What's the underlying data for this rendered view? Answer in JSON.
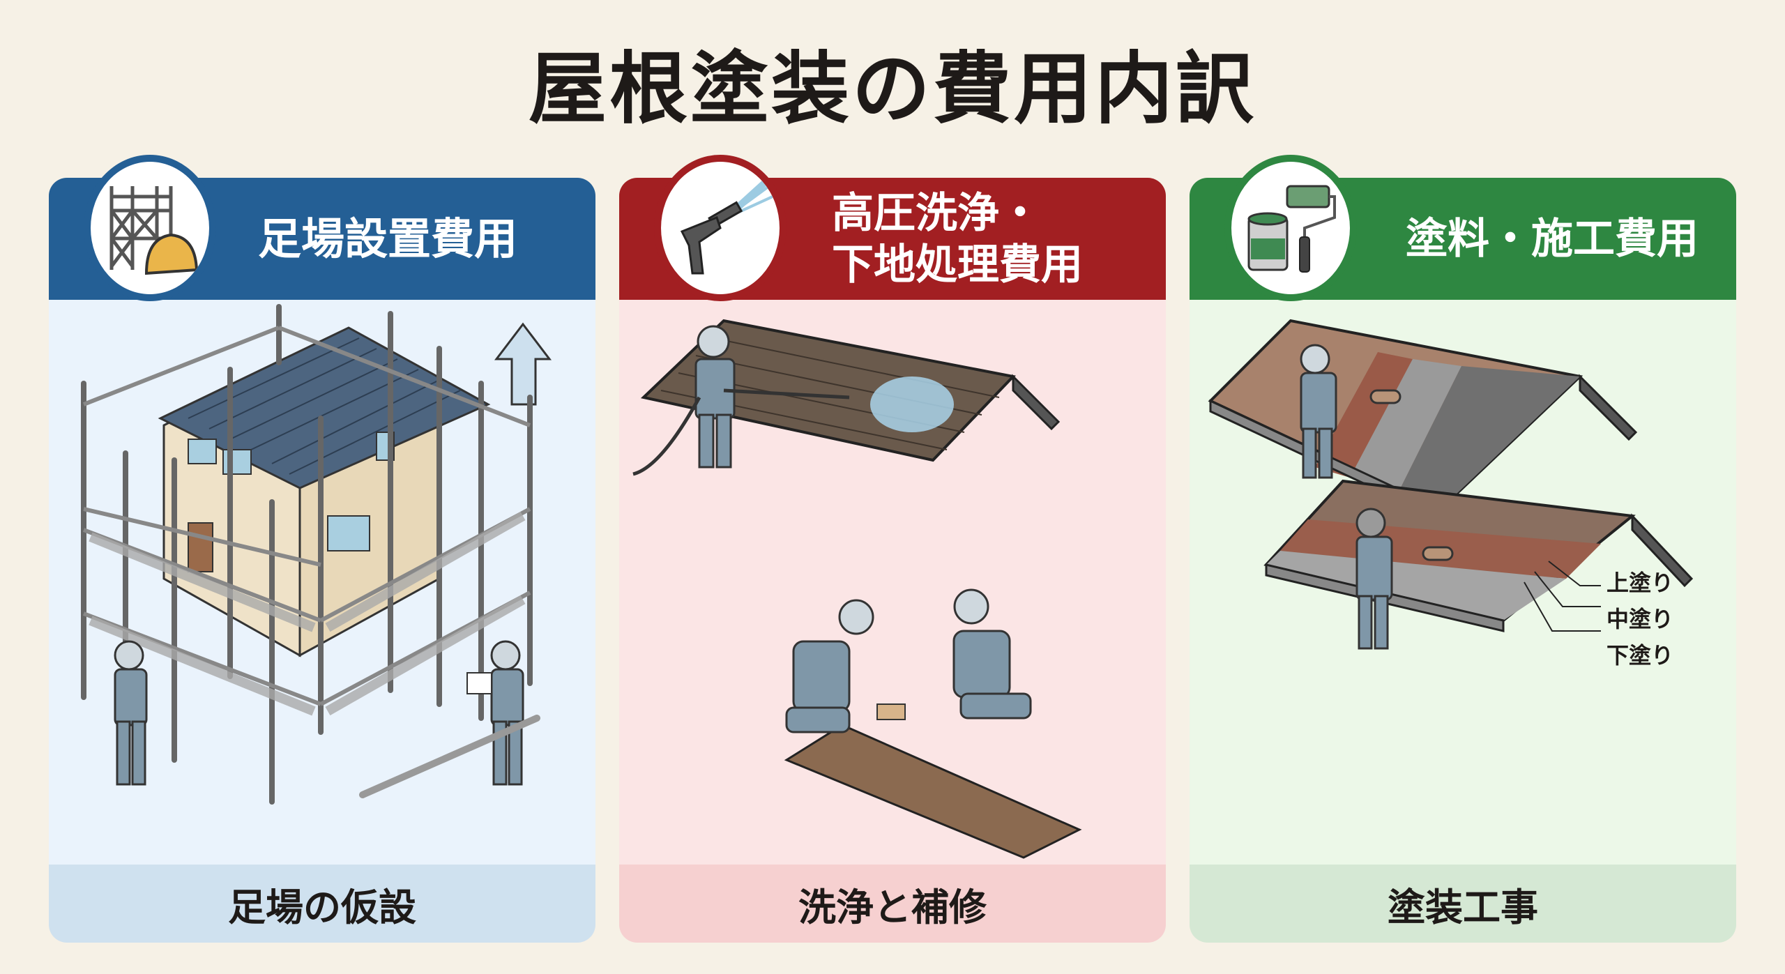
{
  "title": "屋根塗装の費用内訳",
  "colors": {
    "background": "#f6f1e6",
    "blue": "#245f95",
    "blue_body": "#eaf3fc",
    "blue_foot": "#cfe1ef",
    "red": "#a21f22",
    "red_body": "#fbe5e5",
    "red_foot": "#f6d0d0",
    "green": "#2e8741",
    "green_body": "#ecf8e8",
    "green_foot": "#d5e8d4"
  },
  "panels": [
    {
      "id": "scaffolding",
      "header": "足場設置費用",
      "icon": "scaffold-helmet-icon",
      "illustration": "house-with-scaffolding-workers",
      "footer": "足場の仮設"
    },
    {
      "id": "washing",
      "header_line1": "高圧洗浄・",
      "header_line2": "下地処理費用",
      "icon": "pressure-washer-icon",
      "illustration": "roof-pressure-washing-and-crack-repair",
      "footer": "洗浄と補修"
    },
    {
      "id": "painting",
      "header": "塗料・施工費用",
      "icon": "paint-can-roller-icon",
      "illustration": "roof-painting-three-coats",
      "footer": "塗装工事",
      "layers": [
        "上塗り",
        "中塗り",
        "下塗り"
      ]
    }
  ]
}
